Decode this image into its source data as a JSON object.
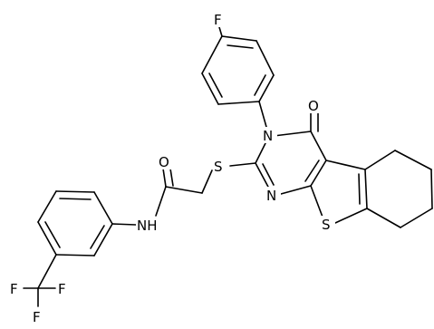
{
  "atom_labels": {
    "f_top": "F",
    "o_carbonyl": "O",
    "n_ring": "N",
    "s_thioether": "S",
    "o_amide": "O",
    "n_pyrimidine": "N",
    "s_thiophene": "S",
    "nh_amide": "NH",
    "f_cf3_a": "F",
    "f_cf3_b": "F",
    "f_cf3_c": "F"
  },
  "colors": {
    "bond": "#000000",
    "label": "#000000",
    "background": "#ffffff"
  }
}
